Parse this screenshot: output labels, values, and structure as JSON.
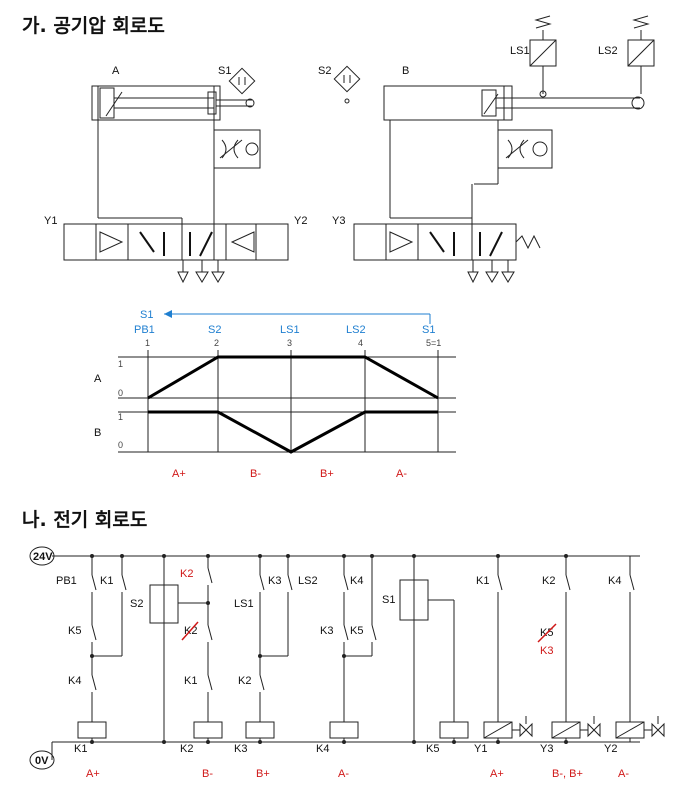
{
  "colors": {
    "blue": "#1f7fd0",
    "red": "#d01818",
    "line": "#222222"
  },
  "section1": {
    "title": "가. 공기압 회로도"
  },
  "section2": {
    "title": "나. 전기 회로도"
  },
  "pneumatic": {
    "cylA": "A",
    "cylB": "B",
    "s1": "S1",
    "s2": "S2",
    "ls1": "LS1",
    "ls2": "LS2",
    "y1": "Y1",
    "y2": "Y2",
    "y3": "Y3"
  },
  "stepDiagram": {
    "arrowLabel": "S1",
    "sensors": [
      "PB1",
      "S2",
      "LS1",
      "LS2",
      "S1"
    ],
    "steps": [
      "1",
      "2",
      "3",
      "4",
      "5=1"
    ],
    "rowA": "A",
    "rowB": "B",
    "one": "1",
    "zero": "0",
    "actions": [
      "A+",
      "B-",
      "B+",
      "A-"
    ]
  },
  "ladder": {
    "top": "24V",
    "bottom": "0V",
    "rung1": {
      "c1": "PB1",
      "c2": "K1",
      "c3": "K5",
      "c4": "K4",
      "coil": "K1",
      "out": "A+"
    },
    "rung2": {
      "sensor": "S2",
      "c1": "K2",
      "c2": "K2",
      "c3": "K1",
      "coil": "K2",
      "out": "B-"
    },
    "rung3": {
      "c1": "LS1",
      "c2": "K3",
      "c3": "K2",
      "coil": "K3",
      "out": "B+"
    },
    "rung4": {
      "c1": "LS2",
      "c2": "K4",
      "c3": "K3",
      "c4": "K5",
      "coil": "K4",
      "out": "A-"
    },
    "rung5": {
      "sensor": "S1",
      "coil": "K5"
    },
    "out1": {
      "c": "K1",
      "sol": "Y1",
      "lbl": "A+"
    },
    "out2": {
      "c": "K2",
      "c2": "K5",
      "c3": "K3",
      "sol": "Y3",
      "lbl": "B-, B+"
    },
    "out3": {
      "c": "K4",
      "sol": "Y2",
      "lbl": "A-"
    }
  }
}
